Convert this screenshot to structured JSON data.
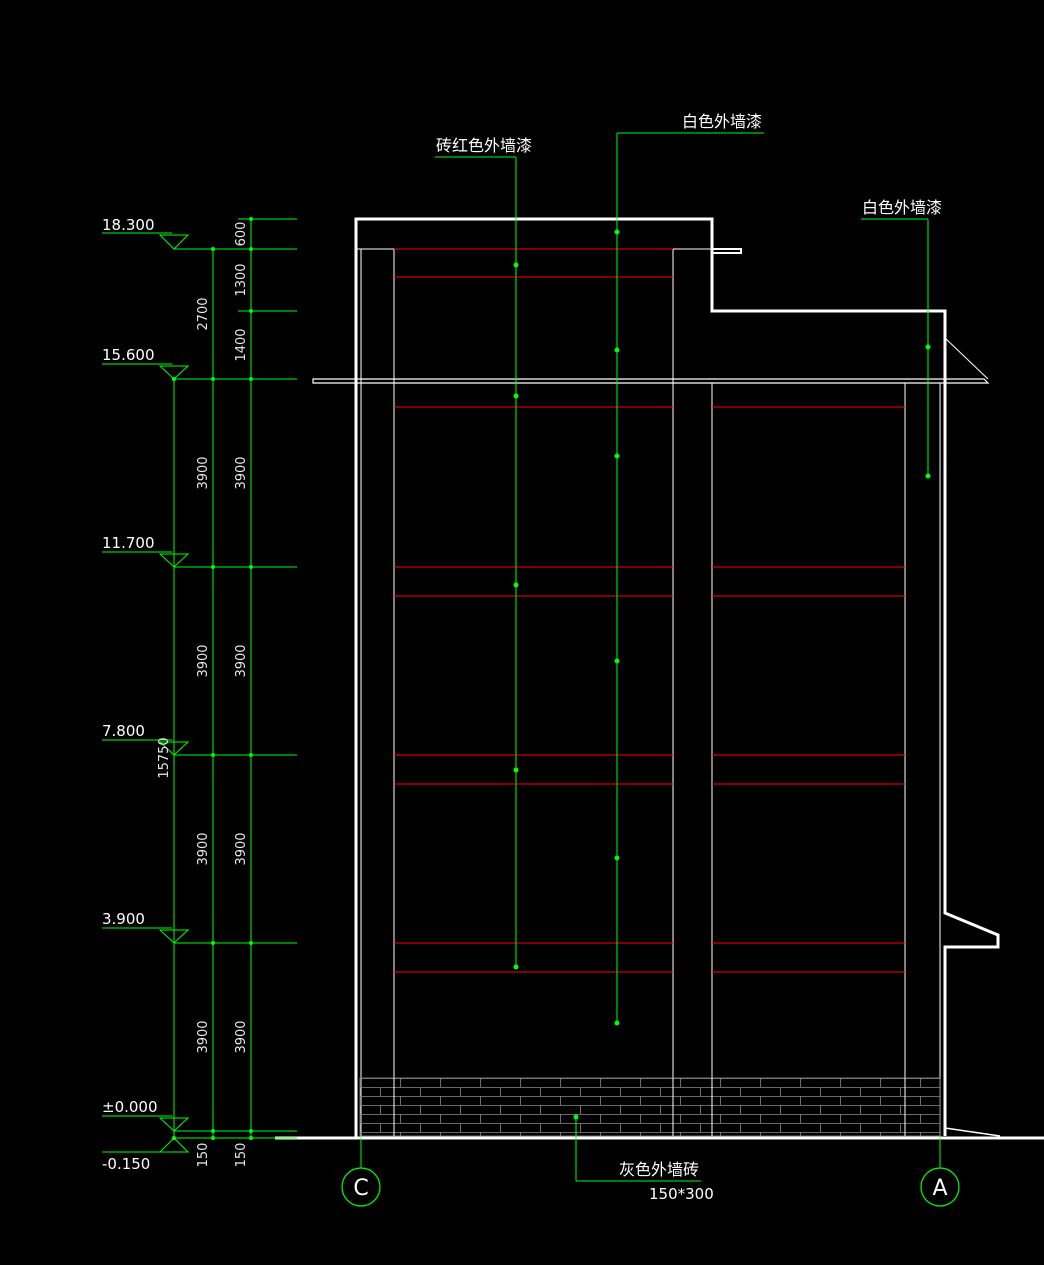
{
  "elevations": [
    "18.300",
    "15.600",
    "11.700",
    "7.800",
    "3.900",
    "±0.000",
    "-0.150"
  ],
  "dims_col1": [
    "2700",
    "3900",
    "3900",
    "3900",
    "3900",
    "150"
  ],
  "dims_col2": [
    "600",
    "1300",
    "1400",
    "3900",
    "3900",
    "3900",
    "3900",
    "150"
  ],
  "total_dim": "15750",
  "callouts": {
    "brick_red": "砖红色外墙漆",
    "white_main": "白色外墙漆",
    "white_right": "白色外墙漆",
    "grey_tile": "灰色外墙砖",
    "tile_size": "150*300"
  },
  "axes": [
    "C",
    "A"
  ],
  "colors": {
    "background": "#000000",
    "outline": "#ffffff",
    "dimension": "#00ff00",
    "floor_line": "#ff0000",
    "hatch": "#8a8a8a"
  }
}
